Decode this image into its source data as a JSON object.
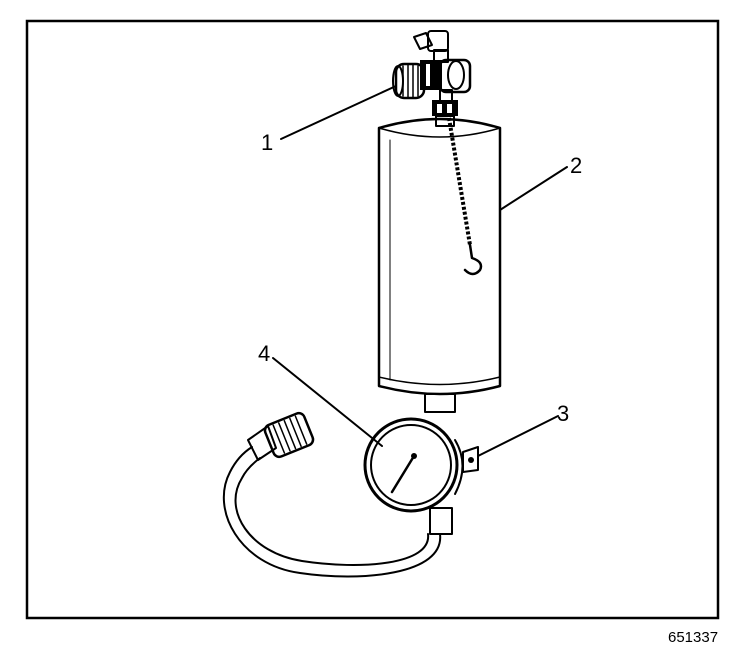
{
  "diagram": {
    "callouts": [
      {
        "id": "1",
        "text": "1"
      },
      {
        "id": "2",
        "text": "2"
      },
      {
        "id": "3",
        "text": "3"
      },
      {
        "id": "4",
        "text": "4"
      }
    ],
    "figure_number": "651337"
  }
}
